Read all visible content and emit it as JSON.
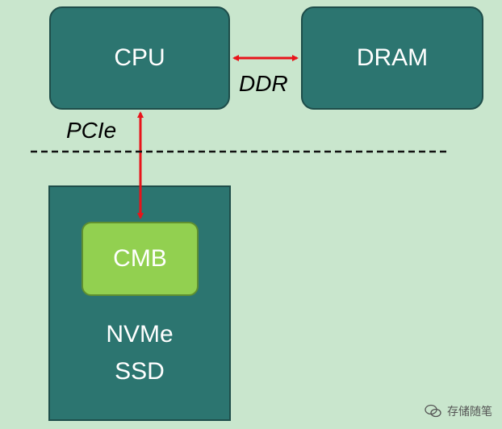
{
  "nodes": {
    "cpu": "CPU",
    "dram": "DRAM",
    "cmb": "CMB",
    "ssd_line1": "NVMe",
    "ssd_line2": "SSD"
  },
  "links": {
    "ddr": "DDR",
    "pcie": "PCIe"
  },
  "watermark": {
    "text": "存储随笔",
    "icon": "wechat-icon"
  },
  "colors": {
    "background": "#c9e6cd",
    "box": "#2c7570",
    "cmb": "#92d050",
    "arrow": "#e8141a"
  }
}
